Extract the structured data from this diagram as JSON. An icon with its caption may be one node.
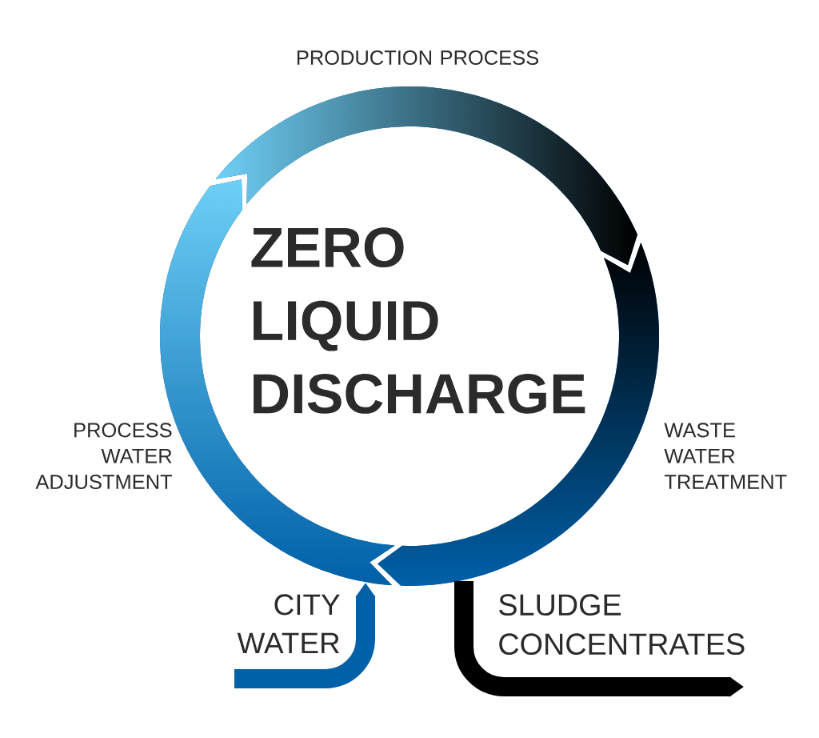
{
  "diagram": {
    "nodes": [
      {
        "text": [
          "ZERO LIQUID DISCHARGE"
        ]
      },
      {
        "text": [],
        "shape": "arrow",
        "beside": [
          "PRODUCTION PROCESS"
        ]
      },
      {
        "text": [],
        "shape": "arrow",
        "beside": [
          "WASTE WATER TREATMENT"
        ]
      },
      {
        "text": [],
        "shape": "arrow",
        "beside": [
          "PROCESS WATER ADJUSTMENT"
        ]
      }
    ],
    "edges": [
      {
        "from": null,
        "to": 3,
        "arrow": "to",
        "label": "CITY WATER",
        "color": "#0060a8"
      },
      {
        "from": 2,
        "to": null,
        "arrow": "to",
        "label": "SLUDGE CONCENTRATES",
        "color": "#000000"
      }
    ]
  }
}
